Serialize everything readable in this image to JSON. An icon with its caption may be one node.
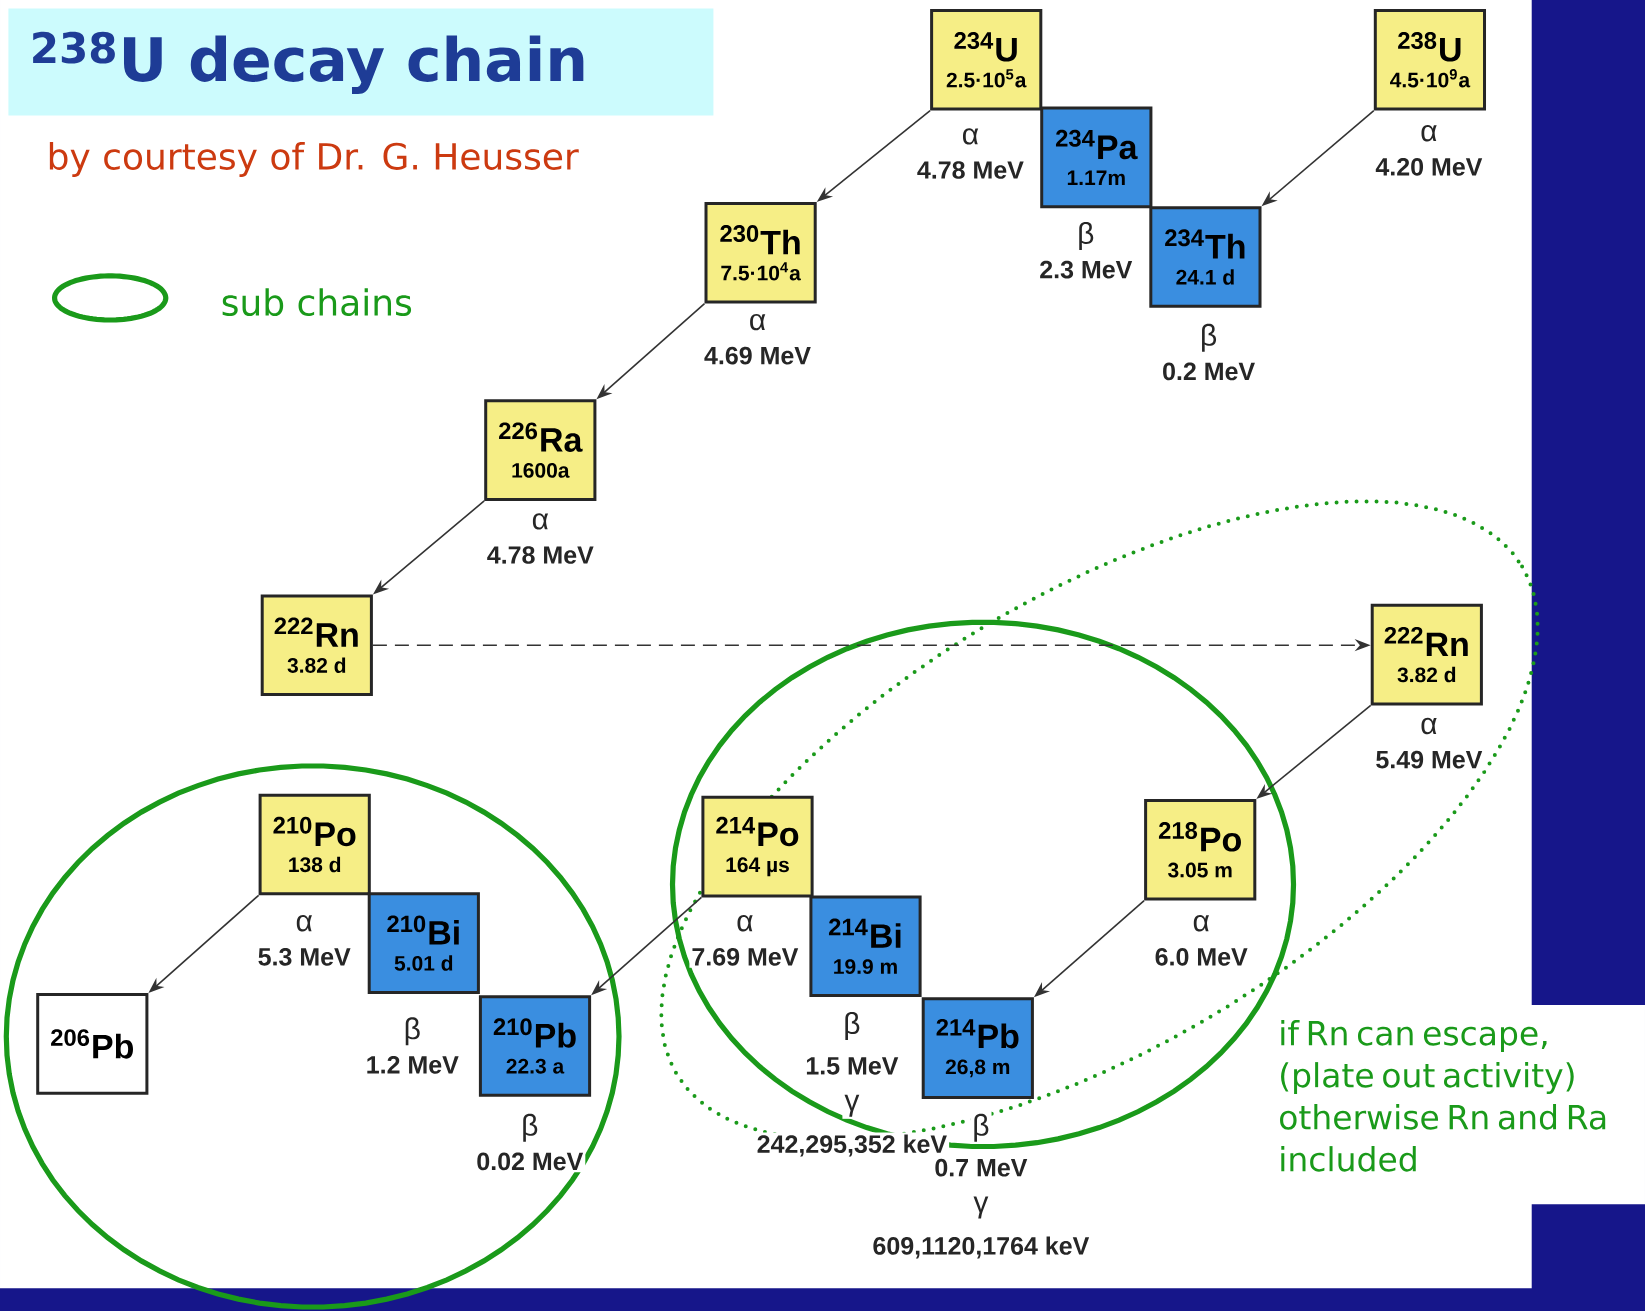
{
  "diagram": {
    "title": "$^{238}$U decay chain",
    "nodes": [
      {
        "text": [
          "$^{234}$U",
          "2.5·10$^{5}$a"
        ],
        "beside": [
          "α",
          "4.78 MeV"
        ]
      },
      {
        "text": [
          "$^{238}$U",
          "4.5·10$^{9}$a"
        ],
        "beside": [
          "α",
          "4.20 MeV"
        ]
      },
      {
        "text": [
          "$^{234}$Pa",
          "1.17m"
        ],
        "beside": [
          "β",
          "2.3 MeV"
        ]
      },
      {
        "text": [
          "$^{234}$Th",
          "24.1 d"
        ],
        "beside": [
          "β",
          "0.2 MeV"
        ]
      },
      {
        "text": [
          "$^{230}$Th",
          "7.5·10$^{4}$a"
        ],
        "beside": [
          "α",
          "4.69 MeV"
        ]
      },
      {
        "text": [
          "$^{226}$Ra",
          "1600a"
        ],
        "beside": [
          "α",
          "4.78 MeV"
        ]
      },
      {
        "text": [
          "$^{222}$Rn",
          "3.82 d"
        ]
      },
      {
        "text": [
          "$^{222}$Rn",
          "3.82 d"
        ],
        "beside": [
          "α",
          "5.49 MeV"
        ]
      },
      {
        "text": [
          "$^{218}$Po",
          "3.05 m"
        ],
        "beside": [
          "α",
          "6.0 MeV"
        ]
      },
      {
        "text": [
          "$^{214}$Po",
          "164 µs"
        ],
        "beside": [
          "α",
          "7.69 MeV"
        ]
      },
      {
        "text": [
          "$^{214}$Bi",
          "19.9 m"
        ],
        "beside": [
          "β",
          "1.5 MeV",
          "γ",
          "242,295,352 keV"
        ]
      },
      {
        "text": [
          "$^{214}$Pb",
          "26,8 m"
        ],
        "beside": [
          "β",
          "0.7 MeV",
          "γ",
          "609,1120,1764 keV"
        ]
      },
      {
        "text": [
          "$^{210}$Po",
          "138 d"
        ],
        "beside": [
          "α",
          "5.3 MeV"
        ]
      },
      {
        "text": [
          "$^{210}$Bi",
          "5.01 d"
        ],
        "beside": [
          "β",
          "1.2 MeV"
        ]
      },
      {
        "text": [
          "$^{210}$Pb",
          "22.3 a"
        ],
        "beside": [
          "β",
          "0.02 MeV"
        ]
      },
      {
        "text": [
          "$^{206}$Pb"
        ]
      }
    ],
    "edges": [
      {
        "from": 1,
        "to": 3,
        "arrow": "to"
      },
      {
        "from": 0,
        "to": 4,
        "arrow": "to"
      },
      {
        "from": 4,
        "to": 5,
        "arrow": "to"
      },
      {
        "from": 5,
        "to": 6,
        "arrow": "to"
      },
      {
        "from": 6,
        "to": 7,
        "arrow": "to",
        "style": "dashed"
      },
      {
        "from": 7,
        "to": 8,
        "arrow": "to"
      },
      {
        "from": 8,
        "to": 11,
        "arrow": "to"
      },
      {
        "from": 9,
        "to": 14,
        "arrow": "to"
      },
      {
        "from": 12,
        "to": 15,
        "arrow": "to"
      }
    ],
    "labels": [
      "by courtesy of Dr. G. Heusser",
      "if Rn can escape, (plate out activity) otherwise Rn and Ra included"
    ],
    "legend": [
      {
        "text": "sub chains"
      }
    ]
  }
}
